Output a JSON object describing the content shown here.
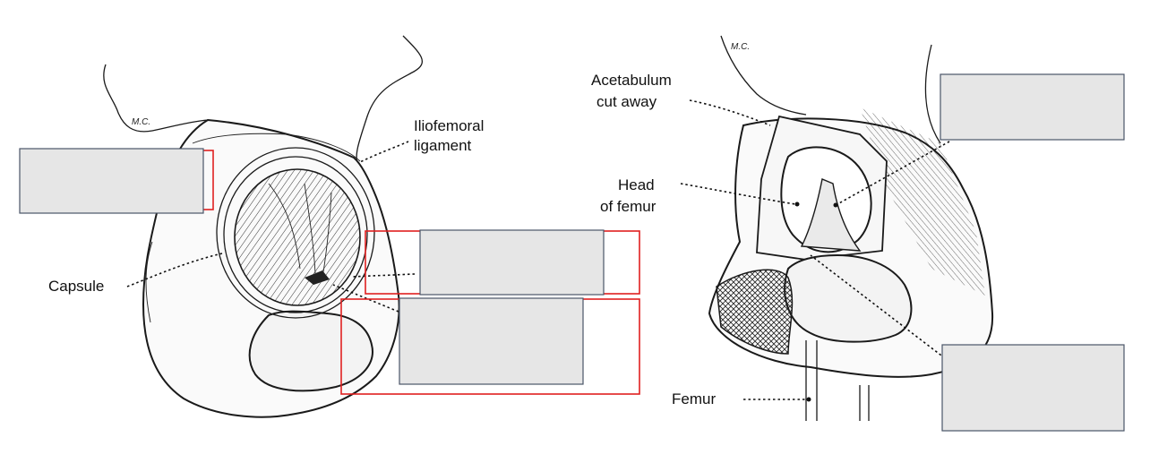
{
  "labels": {
    "iliofemoral": [
      "Iliofemoral",
      "ligament"
    ],
    "capsule": "Capsule",
    "acetabulum": [
      "Acetabulum",
      "cut away"
    ],
    "head_of_femur": [
      "Head",
      "of femur"
    ],
    "femur": "Femur",
    "initials_left": "M.C.",
    "initials_right": "M.C."
  },
  "answer_boxes": [
    "",
    "",
    "",
    "",
    ""
  ],
  "colors": {
    "box_fill": "#e6e6e6",
    "box_stroke": "#4a5568",
    "hint_stroke": "#e02020"
  }
}
